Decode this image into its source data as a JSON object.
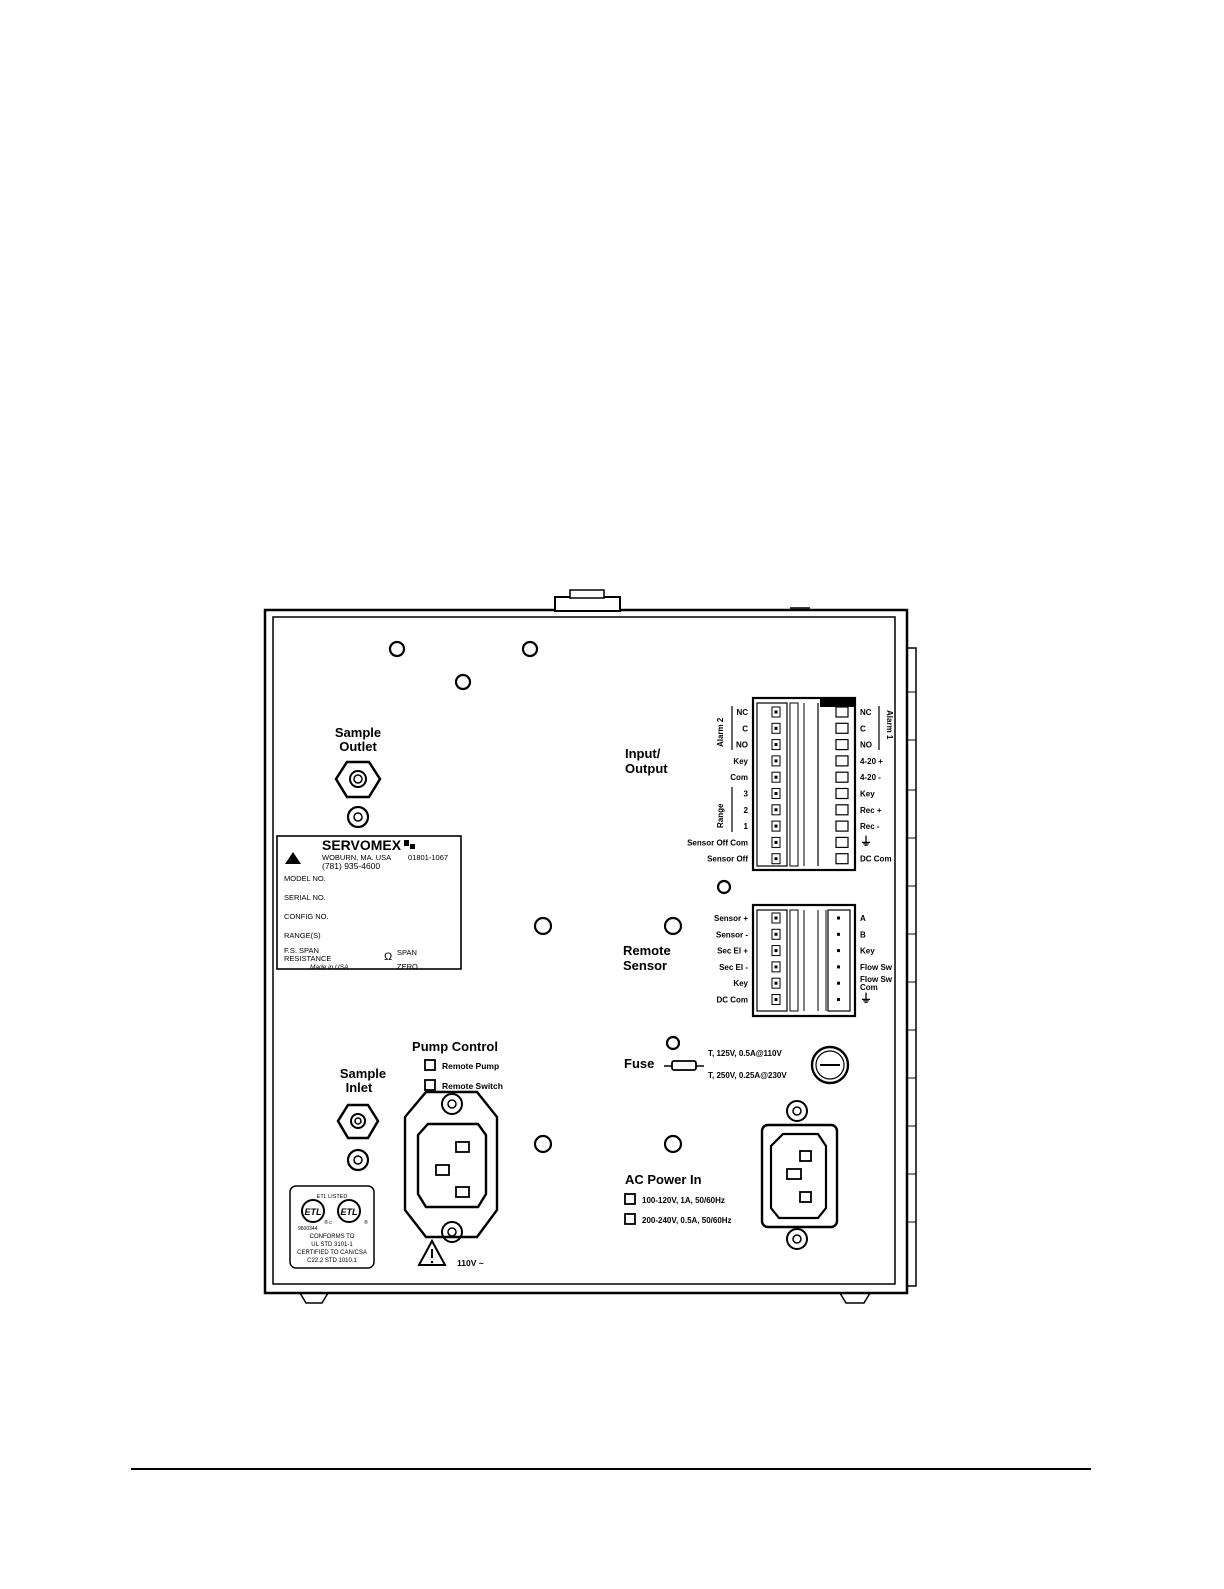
{
  "panel": {
    "sample_outlet": [
      "Sample",
      "Outlet"
    ],
    "sample_inlet": [
      "Sample",
      "Inlet"
    ],
    "input_output": [
      "Input/",
      "Output"
    ],
    "remote_sensor": [
      "Remote",
      "Sensor"
    ],
    "pump_control": "Pump Control",
    "remote_pump": "Remote Pump",
    "remote_switch": "Remote Switch",
    "fuse": "Fuse",
    "fuse_rating_1": "T, 125V, 0.5A@110V",
    "fuse_rating_2": "T, 250V, 0.25A@230V",
    "ac_power_in": "AC Power In",
    "ac_option_1": "100-120V, 1A, 50/60Hz",
    "ac_option_2": "200-240V, 0.5A, 50/60Hz",
    "pump_voltage": "110V ~"
  },
  "nameplate": {
    "brand": "SERVOMEX",
    "city": "WOBURN, MA. USA",
    "zip": "01801-1067",
    "phone": "(781) 935-4600",
    "model": "MODEL NO.",
    "serial": "SERIAL NO.",
    "config": "CONFIG NO.",
    "ranges": "RANGE(S)",
    "fs_span": "F.S. SPAN",
    "resistance": "RESISTANCE",
    "ohm": "Ω",
    "span": "SPAN",
    "zero": "ZERO",
    "made_in": "Made in USA"
  },
  "etl_label": {
    "listed": "ETL LISTED",
    "number": "9600344",
    "lines": [
      "CONFORMS TO",
      "UL STD 3101-1",
      "CERTIFIED TO CAN/CSA",
      "C22.2 STD 1010.1"
    ]
  },
  "io_terminals": {
    "alarm2": "Alarm 2",
    "alarm1": "Alarm 1",
    "range": "Range",
    "left": [
      "NC",
      "C",
      "NO",
      "Key",
      "Com",
      "3",
      "2",
      "1",
      "Sensor Off Com",
      "Sensor Off"
    ],
    "right": [
      "NC",
      "C",
      "NO",
      "4-20 +",
      "4-20 -",
      "Key",
      "Rec +",
      "Rec -",
      "⏚",
      "DC Com"
    ]
  },
  "sensor_terminals": {
    "left": [
      "Sensor +",
      "Sensor -",
      "Sec El +",
      "Sec El -",
      "Key",
      "DC Com"
    ],
    "right": [
      "A",
      "B",
      "Key",
      "Flow Sw",
      "Flow Sw Com",
      "⏚"
    ]
  }
}
